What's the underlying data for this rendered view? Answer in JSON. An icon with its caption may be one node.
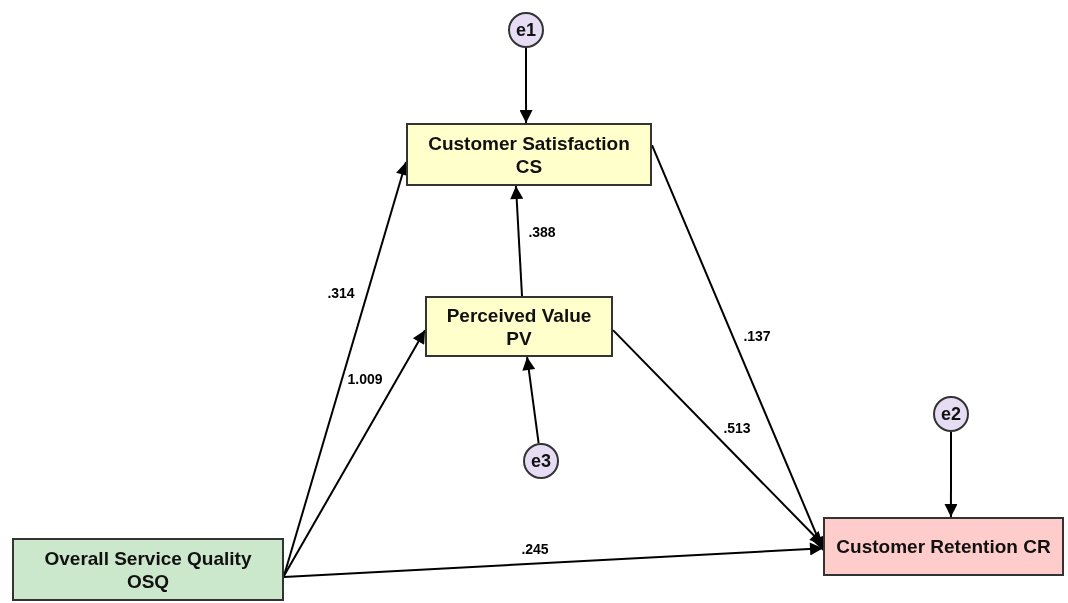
{
  "diagram": {
    "nodes": [
      {
        "text": [
          "e1"
        ]
      },
      {
        "text": [
          "Customer Satisfaction CS"
        ]
      },
      {
        "text": [
          "Perceived Value PV"
        ]
      },
      {
        "text": [
          "e3"
        ]
      },
      {
        "text": [
          "e2"
        ]
      },
      {
        "text": [
          "Overall Service Quality OSQ"
        ]
      },
      {
        "text": [
          "Customer Retention CR"
        ]
      }
    ],
    "edges": [
      {
        "from": 0,
        "to": 1,
        "arrow": "to"
      },
      {
        "from": 5,
        "to": 1,
        "arrow": "to",
        "label": ".314"
      },
      {
        "from": 2,
        "to": 1,
        "arrow": "to",
        "label": ".388"
      },
      {
        "from": 5,
        "to": 2,
        "arrow": "to",
        "label": "1.009"
      },
      {
        "from": 3,
        "to": 2,
        "arrow": "to"
      },
      {
        "from": 1,
        "to": 6,
        "arrow": "to",
        "label": ".137"
      },
      {
        "from": 2,
        "to": 6,
        "arrow": "to",
        "label": ".513"
      },
      {
        "from": 4,
        "to": 6,
        "arrow": "to"
      },
      {
        "from": 5,
        "to": 6,
        "arrow": "to",
        "label": ".245"
      }
    ]
  }
}
